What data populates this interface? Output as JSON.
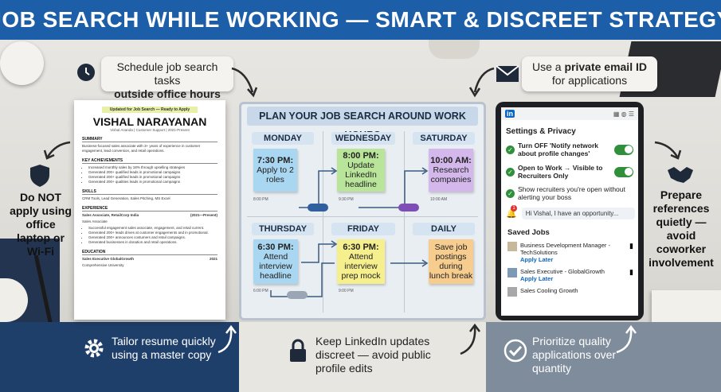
{
  "title": "JOB SEARCH WHILE WORKING — SMART & DISCREET STRATEGY",
  "tips": {
    "schedule": {
      "line1": "Schedule job search tasks",
      "line2": "outside office hours"
    },
    "email": {
      "line1a": "Use a ",
      "line1b": "private email ID",
      "line2": "for applications"
    },
    "laptop": {
      "lines": [
        "Do NOT",
        "apply using",
        "office",
        "laptop or",
        "Wi-Fi"
      ]
    },
    "references": {
      "lines": [
        "Prepare",
        "references",
        "quietly —",
        "avoid",
        "coworker",
        "involvement"
      ]
    },
    "tailor": {
      "line1": "Tailor resume quickly",
      "line2": "using a master copy"
    },
    "linkedin": {
      "line1": "Keep LinkedIn updates",
      "line2": "discreet — avoid public",
      "line3": "profile edits"
    },
    "quality": {
      "line1": "Prioritize quality",
      "line2": "applications over",
      "line3": "quantity"
    }
  },
  "resume": {
    "tag": "Updated for Job Search — Ready to Apply",
    "name": "VISHAL NARAYANAN",
    "subtitle": "Vishal Ananda  |  Customer Support  |  2021-Present",
    "summary_heading": "SUMMARY",
    "summary": "Business-focused sales associate with 3+ years of experience in customer engagement, lead conversion, and retail operations.",
    "achievements_heading": "KEY ACHIEVEMENTS",
    "achievements": [
      "Increased monthly sales by 18% through upselling strategies",
      "Generated 200+ qualified leads in promotional campaigns",
      "Generated 200+ qualified leads in promotional campaigns",
      "Generated 200+ qualities leads in promotional campaigns"
    ],
    "skills_heading": "SKILLS",
    "skills": "CRM Tools, Lead Generation, Sales Pitching, MS Excel",
    "experience_heading": "EXPERIENCE",
    "job_title": "Sales Associate, RetailCorp India",
    "job_dates": "(2021—Present)",
    "job_role": "Sales Associate",
    "job_points": [
      "Successful engagement sales associate, engagement, and retail current.",
      "Generated 200+ leads drives at customer engagements and in promotional.",
      "Generated 200+ announces costumers and retail campaigns.",
      "Generated businesses in donation and retail operations."
    ],
    "education_heading": "EDUCATION",
    "edu_title": "Sales Executive GlobalGrowth",
    "edu_year": "2021",
    "edu_school": "Comprehensive University"
  },
  "planner": {
    "heading": "PLAN YOUR JOB SEARCH AROUND WORK HOURS",
    "days": [
      {
        "day": "MONDAY",
        "time": "7:30 PM:",
        "task": "Apply to 2 roles",
        "foot": "8:00 PM"
      },
      {
        "day": "WEDNESDAY",
        "time": "8:00 PM:",
        "task": "Update LinkedIn headline",
        "foot": "9:30 PM"
      },
      {
        "day": "SATURDAY",
        "time": "10:00 AM:",
        "task": "Research companies",
        "foot": "10:00 AM"
      },
      {
        "day": "THURSDAY",
        "time": "6:30 PM:",
        "task": "Attend interview headline",
        "foot": "6:00 PM"
      },
      {
        "day": "FRIDAY",
        "time": "6:30 PM:",
        "task": "Attend interview prep mock",
        "foot": "9:00 PM"
      },
      {
        "day": "DAILY",
        "time": "",
        "task": "Save job postings during lunch break",
        "foot": ""
      }
    ],
    "colors": {
      "blue": "#a9d6f0",
      "green": "#b9e59a",
      "purple": "#d4b8ec",
      "yellow": "#f6ef8e",
      "orange": "#f7cd8f"
    }
  },
  "phone": {
    "logo": "in",
    "settings_heading": "Settings & Privacy",
    "settings": [
      {
        "text": "Turn OFF 'Notify network about profile changes'"
      },
      {
        "text": "Open to Work → Visible to Recruiters Only"
      },
      {
        "text": "Show recruiters you're open without alerting your boss"
      }
    ],
    "message_badge": "1",
    "message": "Hi Vishal, I have an opportunity...",
    "saved_heading": "Saved Jobs",
    "saved": [
      {
        "title": "Business Development Manager - TechSolutions",
        "action": "Apply Later"
      },
      {
        "title": "Sales Executive - GlobalGrowth",
        "action": "Apply Later"
      },
      {
        "title": "Sales Cooling Growth",
        "action": ""
      }
    ]
  }
}
